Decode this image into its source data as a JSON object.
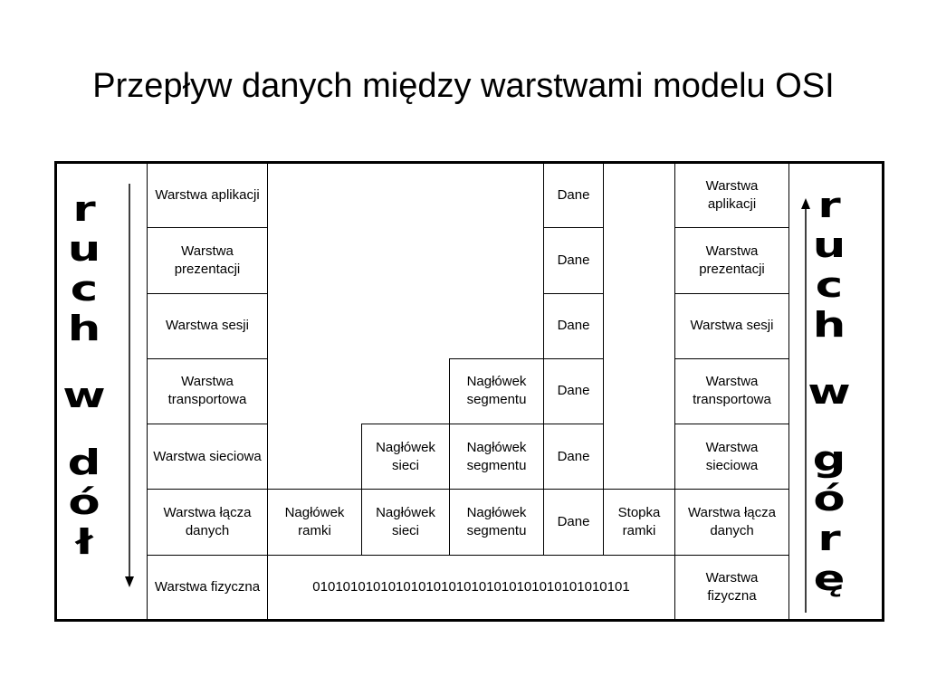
{
  "title": "Przepływ danych między warstwami modelu OSI",
  "left_label": [
    "r",
    "u",
    "c",
    "h",
    "",
    "w",
    "",
    "d",
    "ó",
    "ł"
  ],
  "right_label": [
    "r",
    "u",
    "c",
    "h",
    "",
    "w",
    "",
    "g",
    "ó",
    "r",
    "ę"
  ],
  "layers_left": [
    "Warstwa aplikacji",
    "Warstwa prezentacji",
    "Warstwa sesji",
    "Warstwa transportowa",
    "Warstwa sieciowa",
    "Warstwa łącza danych",
    "Warstwa fizyczna"
  ],
  "layers_right": [
    "Warstwa aplikacji",
    "Warstwa prezentacji",
    "Warstwa sesji",
    "Warstwa transportowa",
    "Warstwa sieciowa",
    "Warstwa łącza danych",
    "Warstwa fizyczna"
  ],
  "data_label": "Dane",
  "segment_header": "Nagłówek segmentu",
  "network_header": "Nagłówek sieci",
  "frame_header": "Nagłówek ramki",
  "frame_footer": "Stopka ramki",
  "bits": "010101010101010101010101010101010101010101"
}
